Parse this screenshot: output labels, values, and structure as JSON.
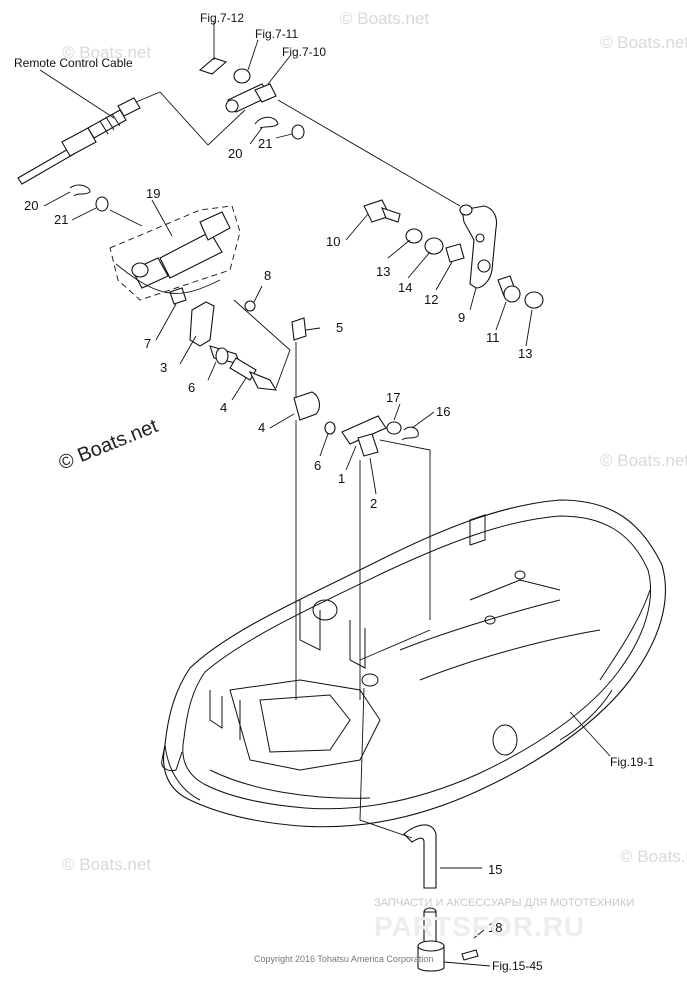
{
  "labels": {
    "remote_cable": "Remote Control Cable",
    "fig_7_12": "Fig.7-12",
    "fig_7_11": "Fig.7-11",
    "fig_7_10": "Fig.7-10",
    "fig_19_1": "Fig.19-1",
    "fig_15_45": "Fig.15-45"
  },
  "callouts": {
    "c1": "1",
    "c2": "2",
    "c3": "3",
    "c4a": "4",
    "c4b": "4",
    "c5": "5",
    "c6a": "6",
    "c6b": "6",
    "c7": "7",
    "c8": "8",
    "c9": "9",
    "c10": "10",
    "c11": "11",
    "c12": "12",
    "c13a": "13",
    "c13b": "13",
    "c14": "14",
    "c15": "15",
    "c16": "16",
    "c17": "17",
    "c18": "18",
    "c19": "19",
    "c20a": "20",
    "c20b": "20",
    "c21a": "21",
    "c21b": "21"
  },
  "watermarks": {
    "main": "© Boats.net",
    "small": "© Boats.net"
  },
  "stamp": {
    "tagline": "ЗАПЧАСТИ И АКСЕССУАРЫ ДЛЯ МОТОТЕХНИКИ",
    "brand": "PARTSFOR.RU"
  },
  "copyright": "Copyright 2016 Tohatsu America Corporation"
}
